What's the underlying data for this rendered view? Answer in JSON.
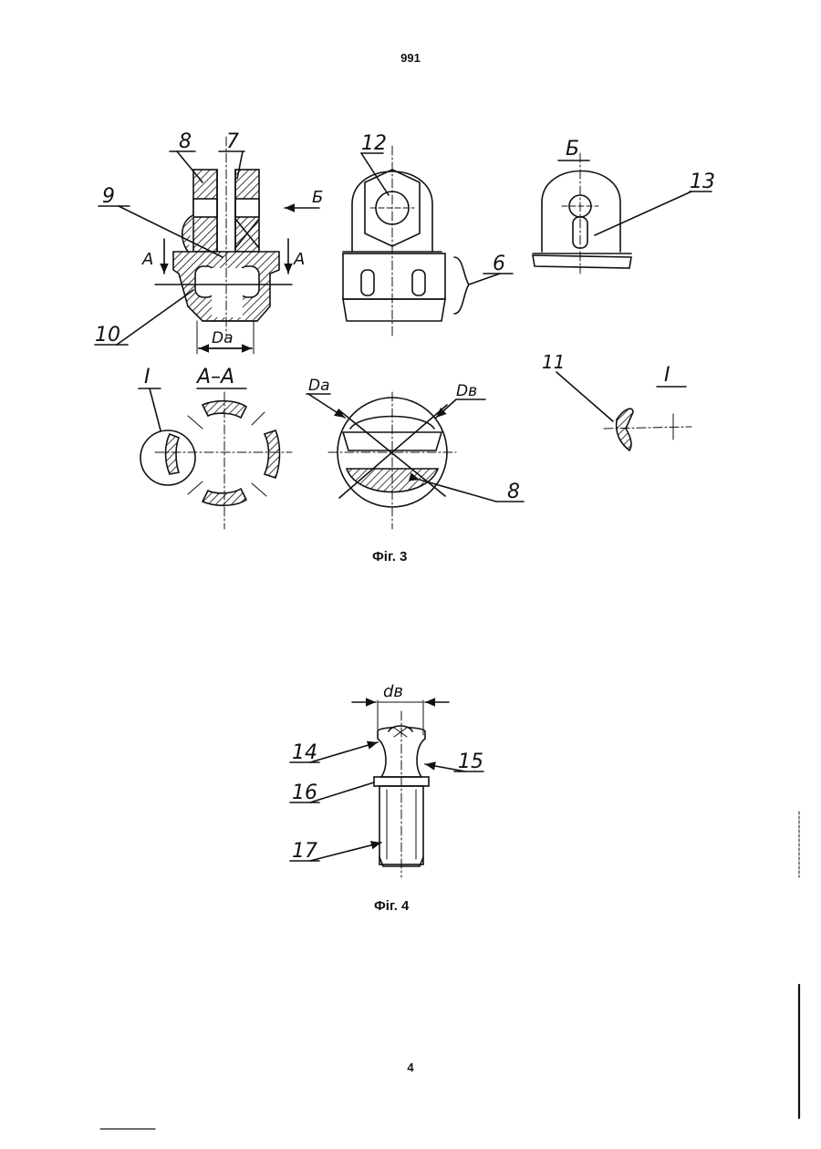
{
  "page": {
    "header_number": "991",
    "footer_number": "4"
  },
  "fig3": {
    "caption": "Фіг. 3",
    "labels": {
      "l8": "8",
      "l7": "7",
      "l9": "9",
      "lB_arrow": "Б",
      "lA_left": "A",
      "lA_right": "A",
      "l10": "10",
      "lDa": "Dа",
      "l12": "12",
      "l6": "6",
      "lB_view": "Б",
      "l13": "13",
      "lI_left": "I",
      "lAA": "A–A",
      "lDa2": "Dа",
      "lDb": "Dв",
      "l8b": "8",
      "l11": "11",
      "lI_right": "I"
    }
  },
  "fig4": {
    "caption": "Фіг. 4",
    "labels": {
      "ldb": "dв",
      "l14": "14",
      "l15": "15",
      "l16": "16",
      "l17": "17"
    }
  },
  "colors": {
    "ink": "#111111",
    "paper": "#ffffff"
  }
}
